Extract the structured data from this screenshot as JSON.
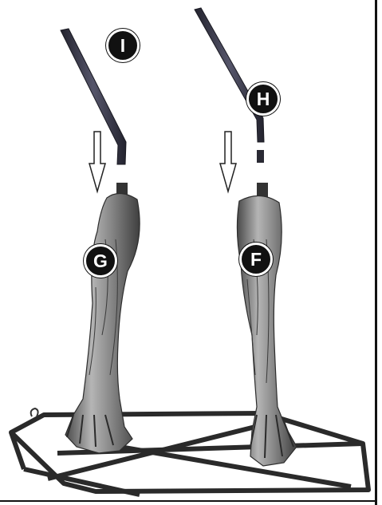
{
  "figure": {
    "labels": {
      "i": "I",
      "h": "H",
      "g": "G",
      "f": "F"
    },
    "colors": {
      "badge_fill": "#111111",
      "badge_text": "#ffffff",
      "rod": "#3a3a4a",
      "leg": "#8c8c8c",
      "frame": "#2a2a2a"
    }
  }
}
